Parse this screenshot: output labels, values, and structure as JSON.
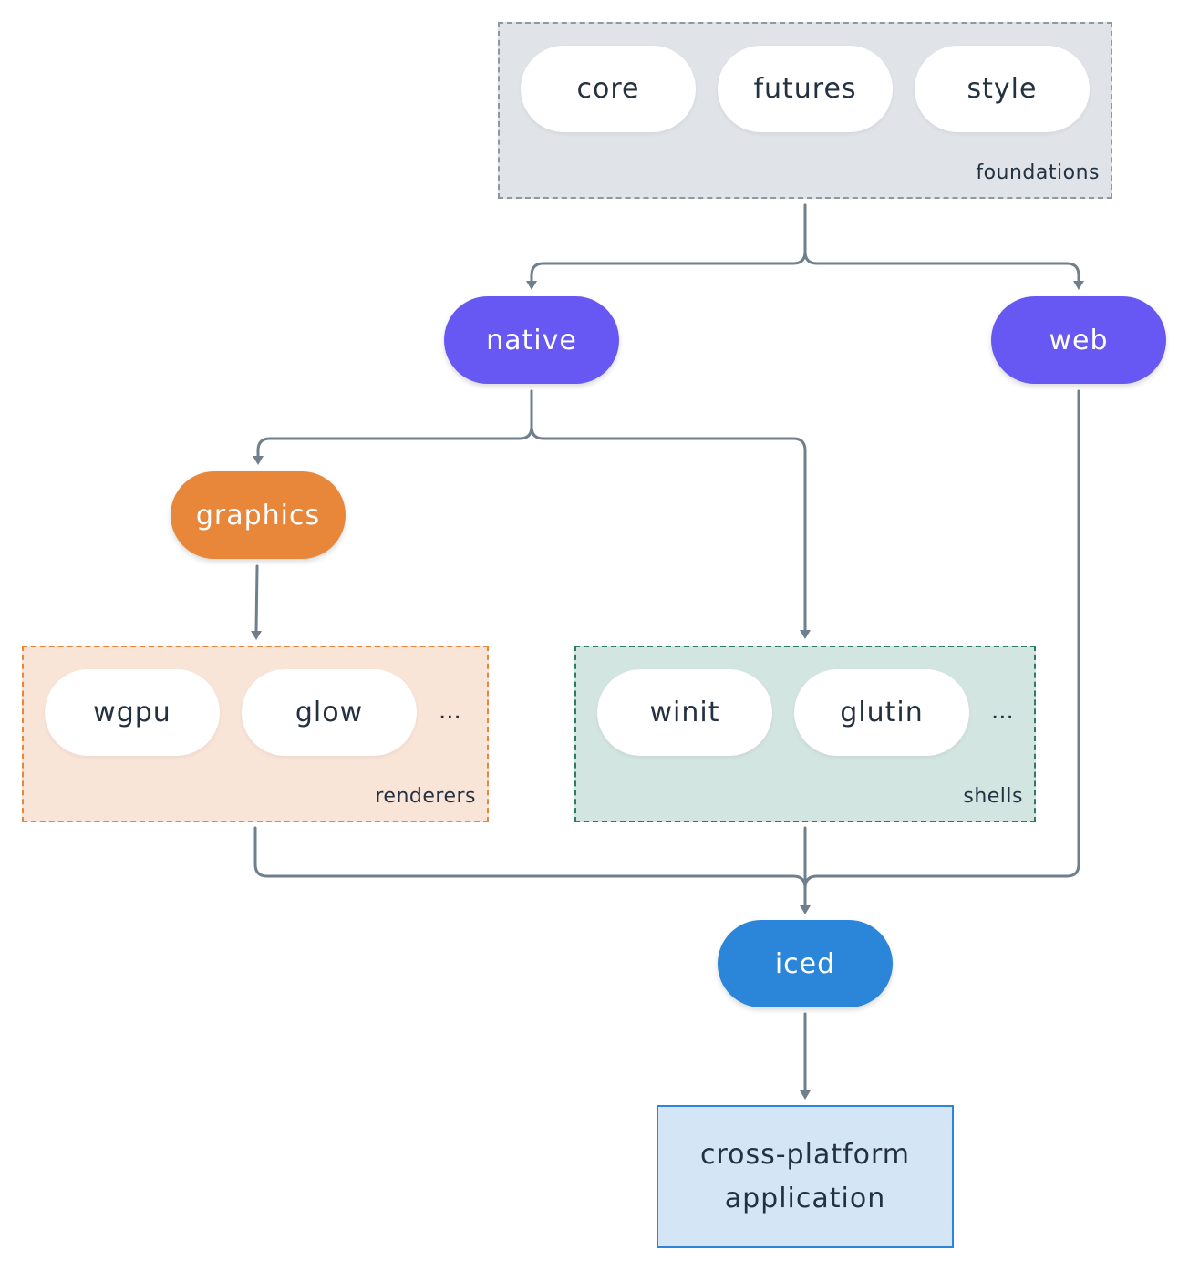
{
  "colors": {
    "edge": "#6f7f8d",
    "native": "#6757f3",
    "web": "#6757f3",
    "graphics": "#e8873a",
    "iced": "#2b86d9",
    "foundations_bg": "#e0e4e8",
    "foundations_border": "#8d98a3",
    "renderers_bg": "#f9e5d8",
    "renderers_border": "#e8873a",
    "shells_bg": "#d3e5e1",
    "shells_border": "#2e7b64",
    "application_bg": "#d4e5f6",
    "application_border": "#2b86d9"
  },
  "groups": {
    "foundations": {
      "label": "foundations",
      "items": [
        "core",
        "futures",
        "style"
      ]
    },
    "renderers": {
      "label": "renderers",
      "items": [
        "wgpu",
        "glow"
      ],
      "more": "..."
    },
    "shells": {
      "label": "shells",
      "items": [
        "winit",
        "glutin"
      ],
      "more": "..."
    }
  },
  "nodes": {
    "native": "native",
    "web": "web",
    "graphics": "graphics",
    "iced": "iced"
  },
  "application": {
    "line1": "cross-platform",
    "line2": "application"
  },
  "edges": [
    {
      "from": "foundations",
      "to": "native"
    },
    {
      "from": "foundations",
      "to": "web"
    },
    {
      "from": "native",
      "to": "graphics"
    },
    {
      "from": "native",
      "to": "shells"
    },
    {
      "from": "graphics",
      "to": "renderers"
    },
    {
      "from": "renderers",
      "to": "iced"
    },
    {
      "from": "shells",
      "to": "iced"
    },
    {
      "from": "web",
      "to": "iced"
    },
    {
      "from": "iced",
      "to": "application"
    }
  ]
}
